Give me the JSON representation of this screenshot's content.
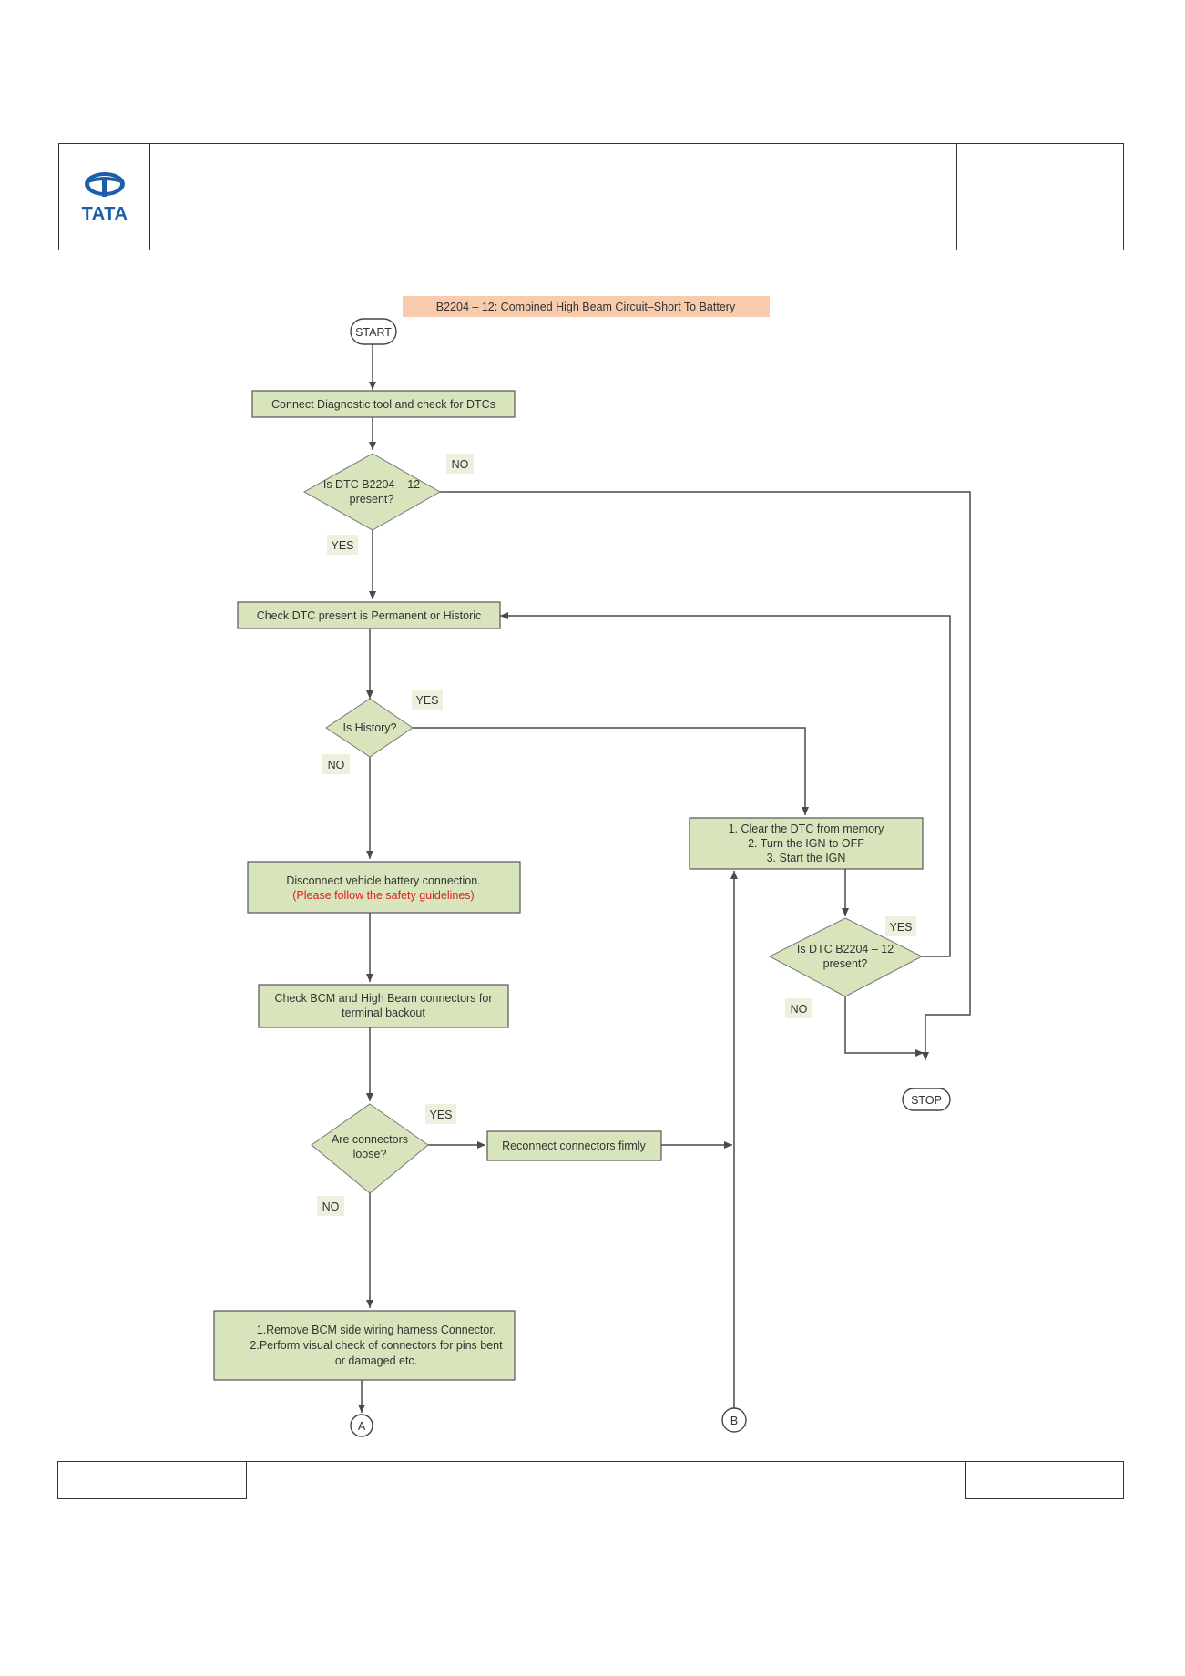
{
  "header": {
    "logo_text": "TATA"
  },
  "title": "B2204 – 12: Combined High Beam Circuit–Short To Battery",
  "terminals": {
    "start": "START",
    "stop": "STOP",
    "connector_a": "A",
    "connector_b": "B"
  },
  "boxes": {
    "connect_tool": "Connect Diagnostic tool and check for DTCs",
    "check_permanent": "Check DTC present is Permanent or Historic",
    "clear_dtc": [
      "1. Clear the DTC from memory",
      "2. Turn the IGN to OFF",
      "3. Start the IGN"
    ],
    "disconnect_battery": "Disconnect vehicle battery connection.",
    "safety_note": "(Please follow the safety guidelines)",
    "check_connectors": [
      "Check  BCM and High Beam connectors for",
      "terminal backout"
    ],
    "reconnect": "Reconnect connectors firmly",
    "remove_bcm": [
      "1.Remove BCM side wiring harness Connector.",
      "2.Perform visual check of connectors for pins bent",
      "or damaged etc."
    ]
  },
  "decisions": {
    "dtc_present_1": [
      "Is DTC B2204 – 12",
      "present?"
    ],
    "is_history": "Is History?",
    "dtc_present_2": [
      "Is DTC B2204 – 12",
      "present?"
    ],
    "connectors_loose": [
      "Are connectors",
      "loose?"
    ]
  },
  "labels": {
    "d1_no": "NO",
    "d1_yes": "YES",
    "hist_yes": "YES",
    "hist_no": "NO",
    "d2_yes": "YES",
    "d2_no": "NO",
    "loose_yes": "YES",
    "loose_no": "NO"
  },
  "colors": {
    "box_fill": "#d8e4bc",
    "title_fill": "#f8cbad",
    "label_fill": "#ebf1dd",
    "warning_text": "#e0201b",
    "logo": "#1c5ea8"
  }
}
